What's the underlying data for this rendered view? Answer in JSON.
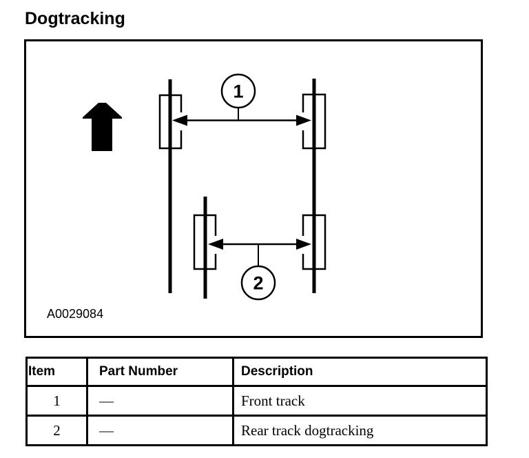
{
  "page": {
    "title": "Dogtracking"
  },
  "colors": {
    "ink": "#000000",
    "background": "#ffffff"
  },
  "figure": {
    "figure_id": "A0029084",
    "direction_icon": "solid-up-arrow",
    "callouts": [
      {
        "number": "1"
      },
      {
        "number": "2"
      }
    ]
  },
  "table": {
    "headers": [
      "Item",
      "Part Number",
      "Description"
    ],
    "rows": [
      {
        "item": "1",
        "part_number": "—",
        "description": "Front track"
      },
      {
        "item": "2",
        "part_number": "—",
        "description": "Rear track dogtracking"
      }
    ]
  }
}
